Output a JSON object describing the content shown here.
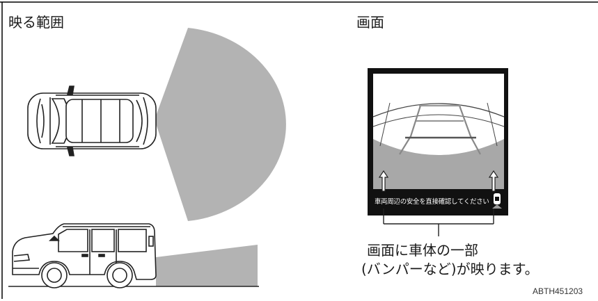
{
  "left_title": "映る範囲",
  "right_title": "画面",
  "screen_warning": "車両周辺の安全を直接確認してください",
  "caption_line1": "画面に車体の一部",
  "caption_line2": "(バンパーなど)が映ります。",
  "figure_code": "ABTH451203",
  "colors": {
    "coverage": "#b3b3b3",
    "screen_bg": "#ffffff",
    "screen_frame": "#111111",
    "bumper": "#9a9a9a",
    "guide_green": "#888888",
    "guide_red": "#555555"
  }
}
